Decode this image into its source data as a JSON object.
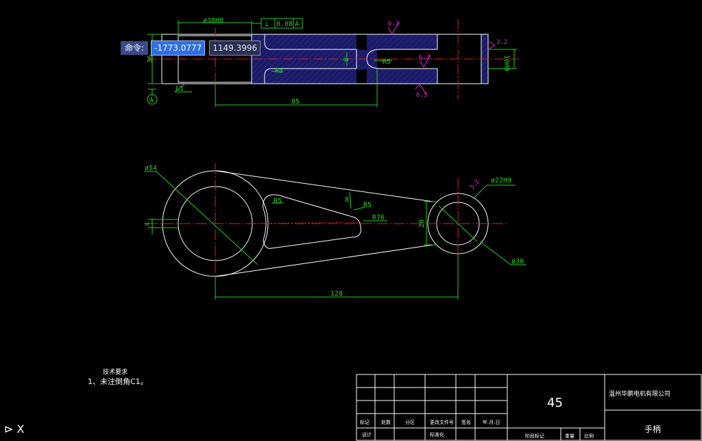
{
  "command": {
    "label": "命令:",
    "x_value": "-1773.0777",
    "y_value": "1149.3996"
  },
  "top_view": {
    "dims": {
      "bore": "ø38H8",
      "flatness": "⊥",
      "tolerance": "0.08",
      "datum": "A",
      "height": "36",
      "r5_left": "R5",
      "slot": "8",
      "r5_right": "R5",
      "length": "85",
      "chamfer": "C1",
      "slot_width": "10H9",
      "datum_bottom": "A"
    },
    "roughness": [
      "6.3",
      "6.3",
      "6.3",
      "3.2"
    ]
  },
  "front_view": {
    "dims": {
      "d54": "ø54",
      "r5_a": "R5",
      "eight": "8",
      "r5_b": "R5",
      "r76": "R76",
      "d22": "ø22H9",
      "twenty": "20",
      "four": "4",
      "d30": "ø30",
      "length": "128",
      "small": "3.2"
    }
  },
  "tech_requirements": {
    "title": "技术要求",
    "item1": "1、未注倒角C1。"
  },
  "title_block": {
    "material": "45",
    "company": "温州华鹏电机有限公司",
    "part_name": "手柄",
    "row_labels": [
      "标记",
      "处数",
      "分区",
      "更改文件号",
      "签名",
      "年.月.日"
    ],
    "bottom_labels": [
      "设计",
      "标准化",
      "阶段标记",
      "重量",
      "比例"
    ]
  },
  "ucs": {
    "axis": "X"
  },
  "colors": {
    "background": "#000000",
    "outline": "#ffffff",
    "dimension": "#20d020",
    "centerline": "#e02020",
    "hatch": "#1a1a66",
    "roughness": "#e020e0"
  }
}
